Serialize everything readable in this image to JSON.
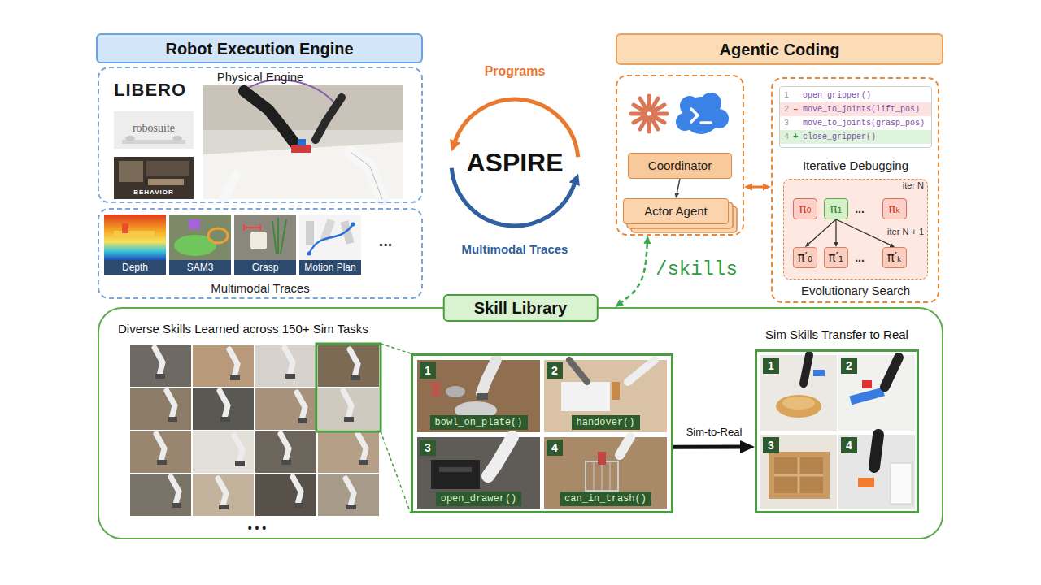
{
  "diagram": {
    "nodes": [
      {
        "text": [
          "Robot Execution Engine"
        ]
      },
      {
        "text": [
          "Physical Engine",
          "LIBERO",
          "robosuite",
          "BEHAVIOR"
        ]
      },
      {
        "text": [
          "Multimodal Traces",
          "..."
        ]
      },
      {
        "text": [
          "Depth"
        ],
        "in": 2
      },
      {
        "text": [
          "SAM3"
        ],
        "in": 2
      },
      {
        "text": [
          "Grasp"
        ],
        "in": 2
      },
      {
        "text": [
          "Motion Plan"
        ],
        "in": 2
      },
      {
        "text": [
          "ASPIRE"
        ]
      },
      {
        "text": [
          "Agentic Coding"
        ]
      },
      {
        "text": []
      },
      {
        "text": [
          "Coordinator"
        ],
        "in": 9
      },
      {
        "text": [
          "Actor Agent"
        ],
        "in": 9
      },
      {
        "text": []
      },
      {
        "text": [
          "1",
          "open_gripper()",
          "2",
          "–",
          "move_to_joints(lift_pos)",
          "3",
          "move_to_joints(grasp_pos)",
          "4",
          "+",
          "close_gripper()",
          "Iterative Debugging"
        ],
        "in": 12
      },
      {
        "text": [
          "iter N",
          "...",
          "iter N + 1",
          "...",
          "Evolutionary Search"
        ],
        "in": 12
      },
      {
        "text": [
          "π₀"
        ],
        "in": 14
      },
      {
        "text": [
          "π₁"
        ],
        "in": 14
      },
      {
        "text": [
          "πₖ"
        ],
        "in": 14
      },
      {
        "text": [
          "π′₀"
        ],
        "in": 14
      },
      {
        "text": [
          "π′₁"
        ],
        "in": 14
      },
      {
        "text": [
          "π′ₖ"
        ],
        "in": 14
      },
      {
        "text": [
          "Skill Library",
          "Diverse Skills Learned across 150+ Sim Tasks",
          "• • •"
        ]
      },
      {
        "text": [],
        "in": 21
      },
      {
        "text": [
          "1",
          "bowl_on_plate()"
        ],
        "in": 22
      },
      {
        "text": [
          "2",
          "handover()"
        ],
        "in": 22
      },
      {
        "text": [
          "3",
          "open_drawer()"
        ],
        "in": 22
      },
      {
        "text": [
          "4",
          "can_in_trash()"
        ],
        "in": 22
      },
      {
        "text": [
          "Sim Skills Transfer to Real"
        ],
        "in": 21
      },
      {
        "text": [
          "1"
        ],
        "in": 27
      },
      {
        "text": [
          "2"
        ],
        "in": 27
      },
      {
        "text": [
          "3"
        ],
        "in": 27
      },
      {
        "text": [
          "4"
        ],
        "in": 27
      }
    ],
    "edges": [
      {
        "from": 10,
        "to": 11,
        "arrow": "to"
      },
      {
        "from": 9,
        "to": 12,
        "arrow": "both"
      },
      {
        "from": 9,
        "to": 21,
        "arrow": "both",
        "label": "/skills"
      },
      {
        "from": 16,
        "to": 18,
        "arrow": "to"
      },
      {
        "from": 16,
        "to": 19,
        "arrow": "to"
      },
      {
        "from": 16,
        "to": 20,
        "arrow": "to"
      },
      {
        "from": 22,
        "to": 27,
        "arrow": "to",
        "label": "Sim-to-Real"
      }
    ],
    "labels": [
      "Programs",
      "Multimodal Traces"
    ]
  }
}
